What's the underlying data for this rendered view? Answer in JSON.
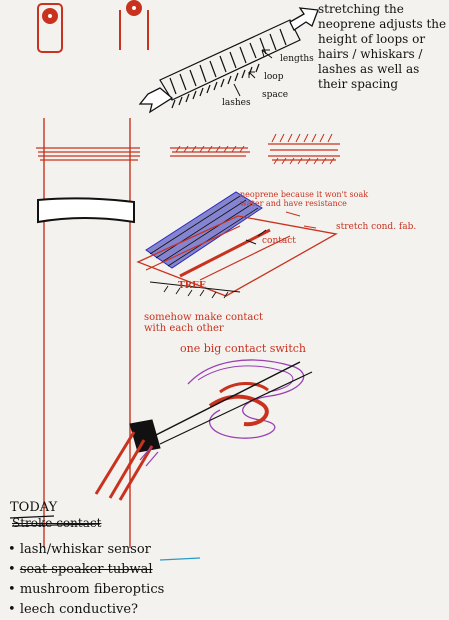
{
  "annotations": {
    "top_right": [
      "stretching the",
      "neoprene adjusts the",
      "height of loops or",
      "hairs / whiskars /",
      "lashes as well as",
      "their spacing"
    ],
    "lengths_label": "lengths",
    "loop_label": "loop",
    "space_label": "space",
    "lashes_label": "lashes",
    "neoprene_note": [
      "neoprene because it won't soak",
      "water and have resistance"
    ],
    "contact_label": "contact",
    "stretch_label": "stretch cond. fab.",
    "tree_label": "TREE",
    "somehow_note": [
      "somehow make contact",
      "with each other"
    ],
    "switch_note": "one big contact switch"
  },
  "today": {
    "heading": "TODAY",
    "struck_item": "Stroke contact",
    "items": [
      "lash/whiskar sensor",
      "seat speaker tubwal",
      "mushroom fiberoptics",
      "leech conductive?"
    ]
  },
  "colors": {
    "red_ink": "#c8321f",
    "black_ink": "#111111",
    "blue_ink": "#2a2ab8",
    "purple_ink": "#9a3fb6",
    "paper": "#f4f2ee"
  }
}
